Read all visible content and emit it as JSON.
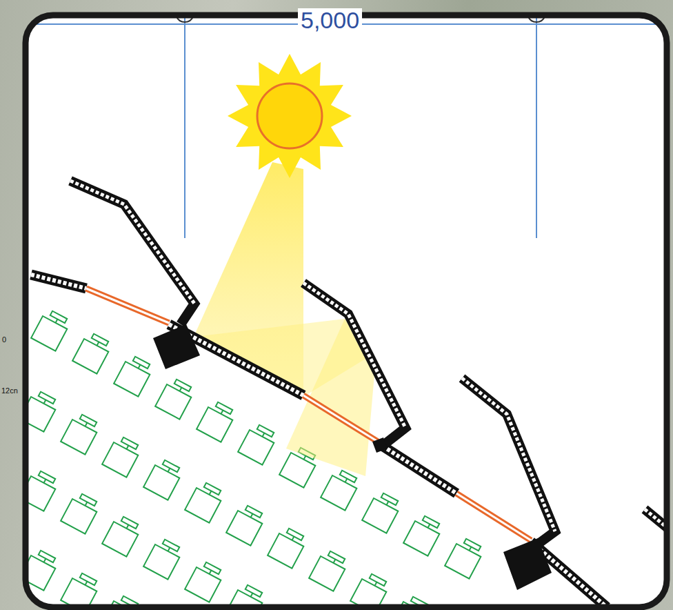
{
  "diagram": {
    "labels": [
      "5,000",
      "0",
      "12cn"
    ]
  }
}
